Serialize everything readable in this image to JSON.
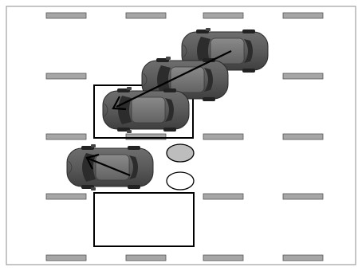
{
  "diagram": {
    "type": "parking-maneuver-illustration",
    "colors": {
      "background": "#ffffff",
      "border": "#8c8c8c",
      "lane_marker_fill": "#a6a6a6",
      "lane_marker_stroke": "#555555",
      "car_body": "#5a5a5a",
      "car_roof": "#7a7a7a",
      "car_glass": "#2c2c2c",
      "arrow": "#000000",
      "indicator_filled": "#bdbdbd",
      "indicator_empty": "#ffffff",
      "slot_outline": "#000000"
    },
    "elements": {
      "parking_slots": [
        "target-slot-occupied-path",
        "empty-slot"
      ],
      "cars": [
        "car-ghost-start",
        "car-ghost-middle",
        "car-ghost-end",
        "car-reversing"
      ],
      "arrows": [
        "parking-path-arrow",
        "reverse-direction-arrow"
      ],
      "indicators": [
        "indicator-filled",
        "indicator-empty"
      ]
    }
  }
}
